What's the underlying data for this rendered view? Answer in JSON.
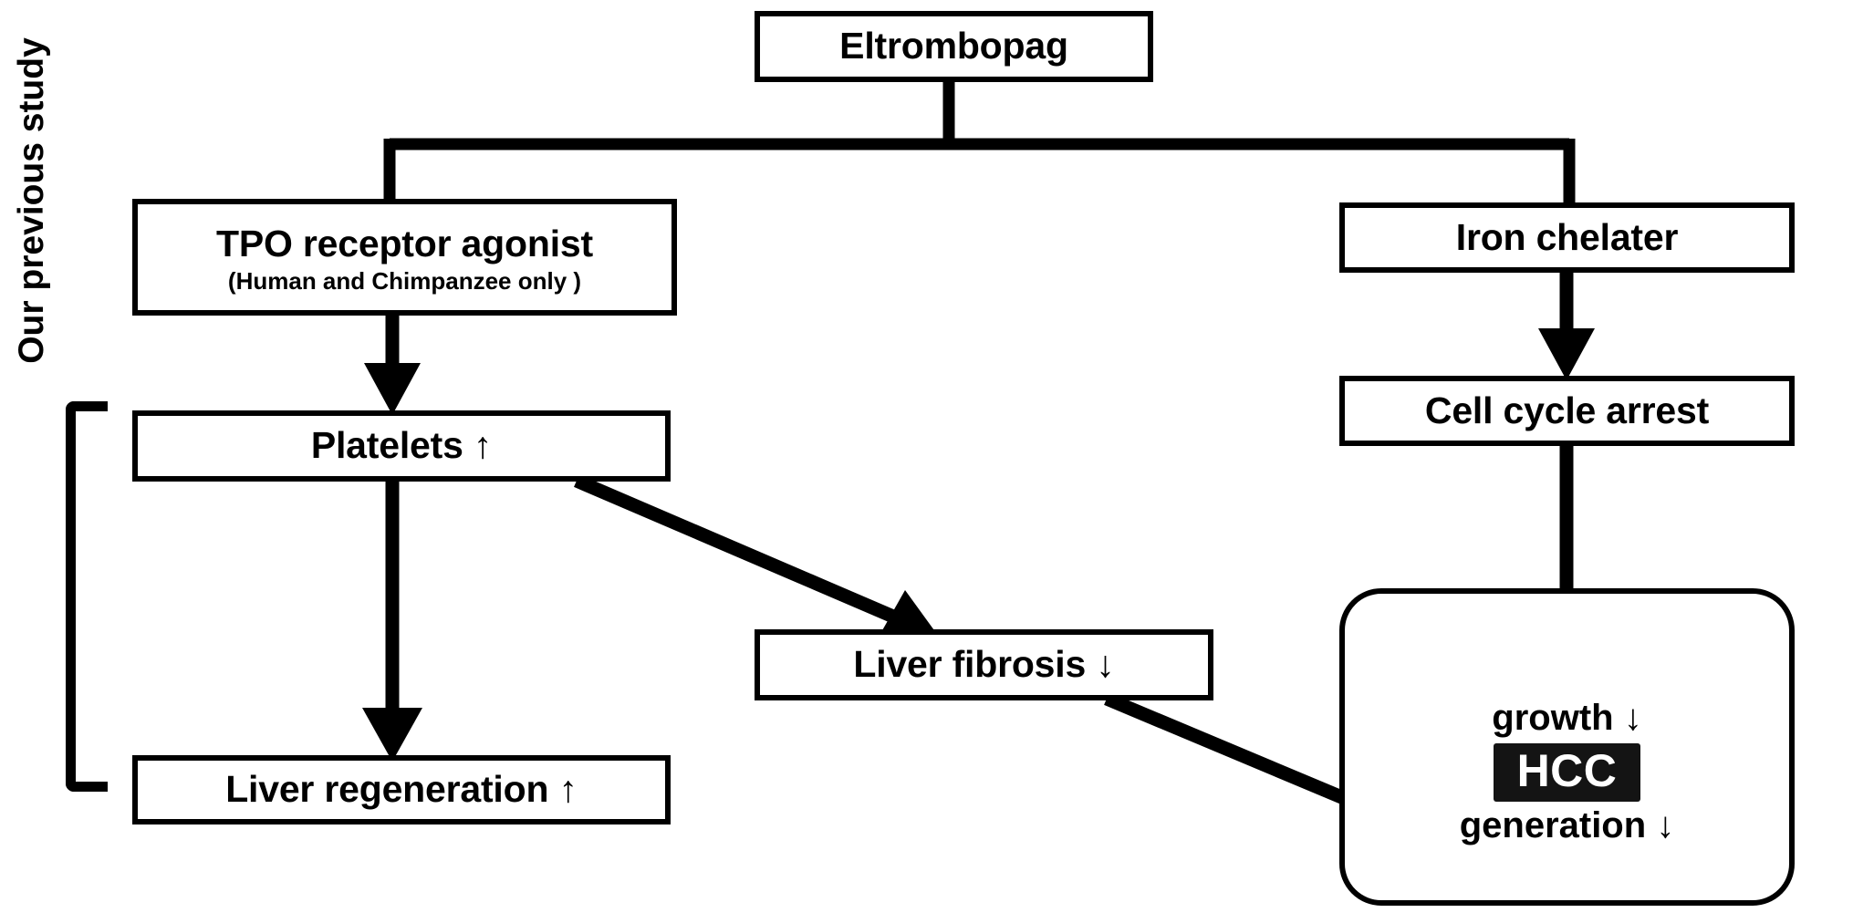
{
  "figure": {
    "type": "flowchart",
    "title": "Eltrombopag mechanism flow diagram",
    "colors": {
      "stroke": "#000000",
      "background": "#ffffff",
      "badge_fill": "#141414",
      "badge_text": "#ffffff"
    }
  },
  "nodes": {
    "eltrombopag": {
      "label": "Eltrombopag"
    },
    "tpo_receptor_agonist": {
      "label": "TPO receptor agonist",
      "sublabel": "(Human and Chimpanzee only )"
    },
    "iron_chelater": {
      "label": "Iron chelater"
    },
    "platelets": {
      "label": "Platelets ↑"
    },
    "cell_cycle_arrest": {
      "label": "Cell cycle arrest"
    },
    "liver_fibrosis": {
      "label": "Liver fibrosis ↓"
    },
    "liver_regeneration": {
      "label": "Liver regeneration ↑"
    },
    "hcc_outcome": {
      "growth": "growth ↓",
      "badge": "HCC",
      "generation": "generation ↓"
    }
  },
  "annotations": {
    "previous_study_bracket": "Our previous study"
  },
  "edges": [
    {
      "from": "eltrombopag",
      "to": "tpo_receptor_agonist",
      "style": "elbow",
      "arrowhead": false
    },
    {
      "from": "eltrombopag",
      "to": "iron_chelater",
      "style": "elbow",
      "arrowhead": false
    },
    {
      "from": "tpo_receptor_agonist",
      "to": "platelets",
      "style": "straight-down",
      "arrowhead": true
    },
    {
      "from": "platelets",
      "to": "liver_regeneration",
      "style": "straight-down",
      "arrowhead": true
    },
    {
      "from": "platelets",
      "to": "liver_fibrosis",
      "style": "diagonal",
      "arrowhead": true
    },
    {
      "from": "iron_chelater",
      "to": "cell_cycle_arrest",
      "style": "straight-down",
      "arrowhead": true
    },
    {
      "from": "cell_cycle_arrest",
      "to": "hcc_outcome",
      "style": "straight-down",
      "arrowhead": true
    },
    {
      "from": "liver_fibrosis",
      "to": "hcc_outcome",
      "style": "diagonal",
      "arrowhead": true
    }
  ]
}
